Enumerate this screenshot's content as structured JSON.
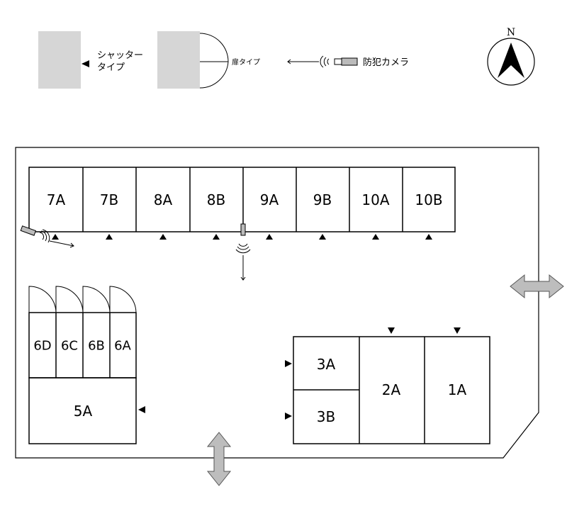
{
  "legend": {
    "shutter_line1": "シャッター",
    "shutter_line2": "タイプ",
    "door": "扉タイプ",
    "camera": "防犯カメラ"
  },
  "compass": {
    "north": "N"
  },
  "units": {
    "u7A": "7A",
    "u7B": "7B",
    "u8A": "8A",
    "u8B": "8B",
    "u9A": "9A",
    "u9B": "9B",
    "u10A": "10A",
    "u10B": "10B",
    "u6D": "6D",
    "u6C": "6C",
    "u6B": "6B",
    "u6A": "6A",
    "u5A": "5A",
    "u3A": "3A",
    "u3B": "3B",
    "u2A": "2A",
    "u1A": "1A"
  },
  "colors": {
    "line": "#000000",
    "legend_box": "#d6d6d6",
    "arrow_fill": "#bdbdbd",
    "arrow_stroke": "#555555"
  }
}
